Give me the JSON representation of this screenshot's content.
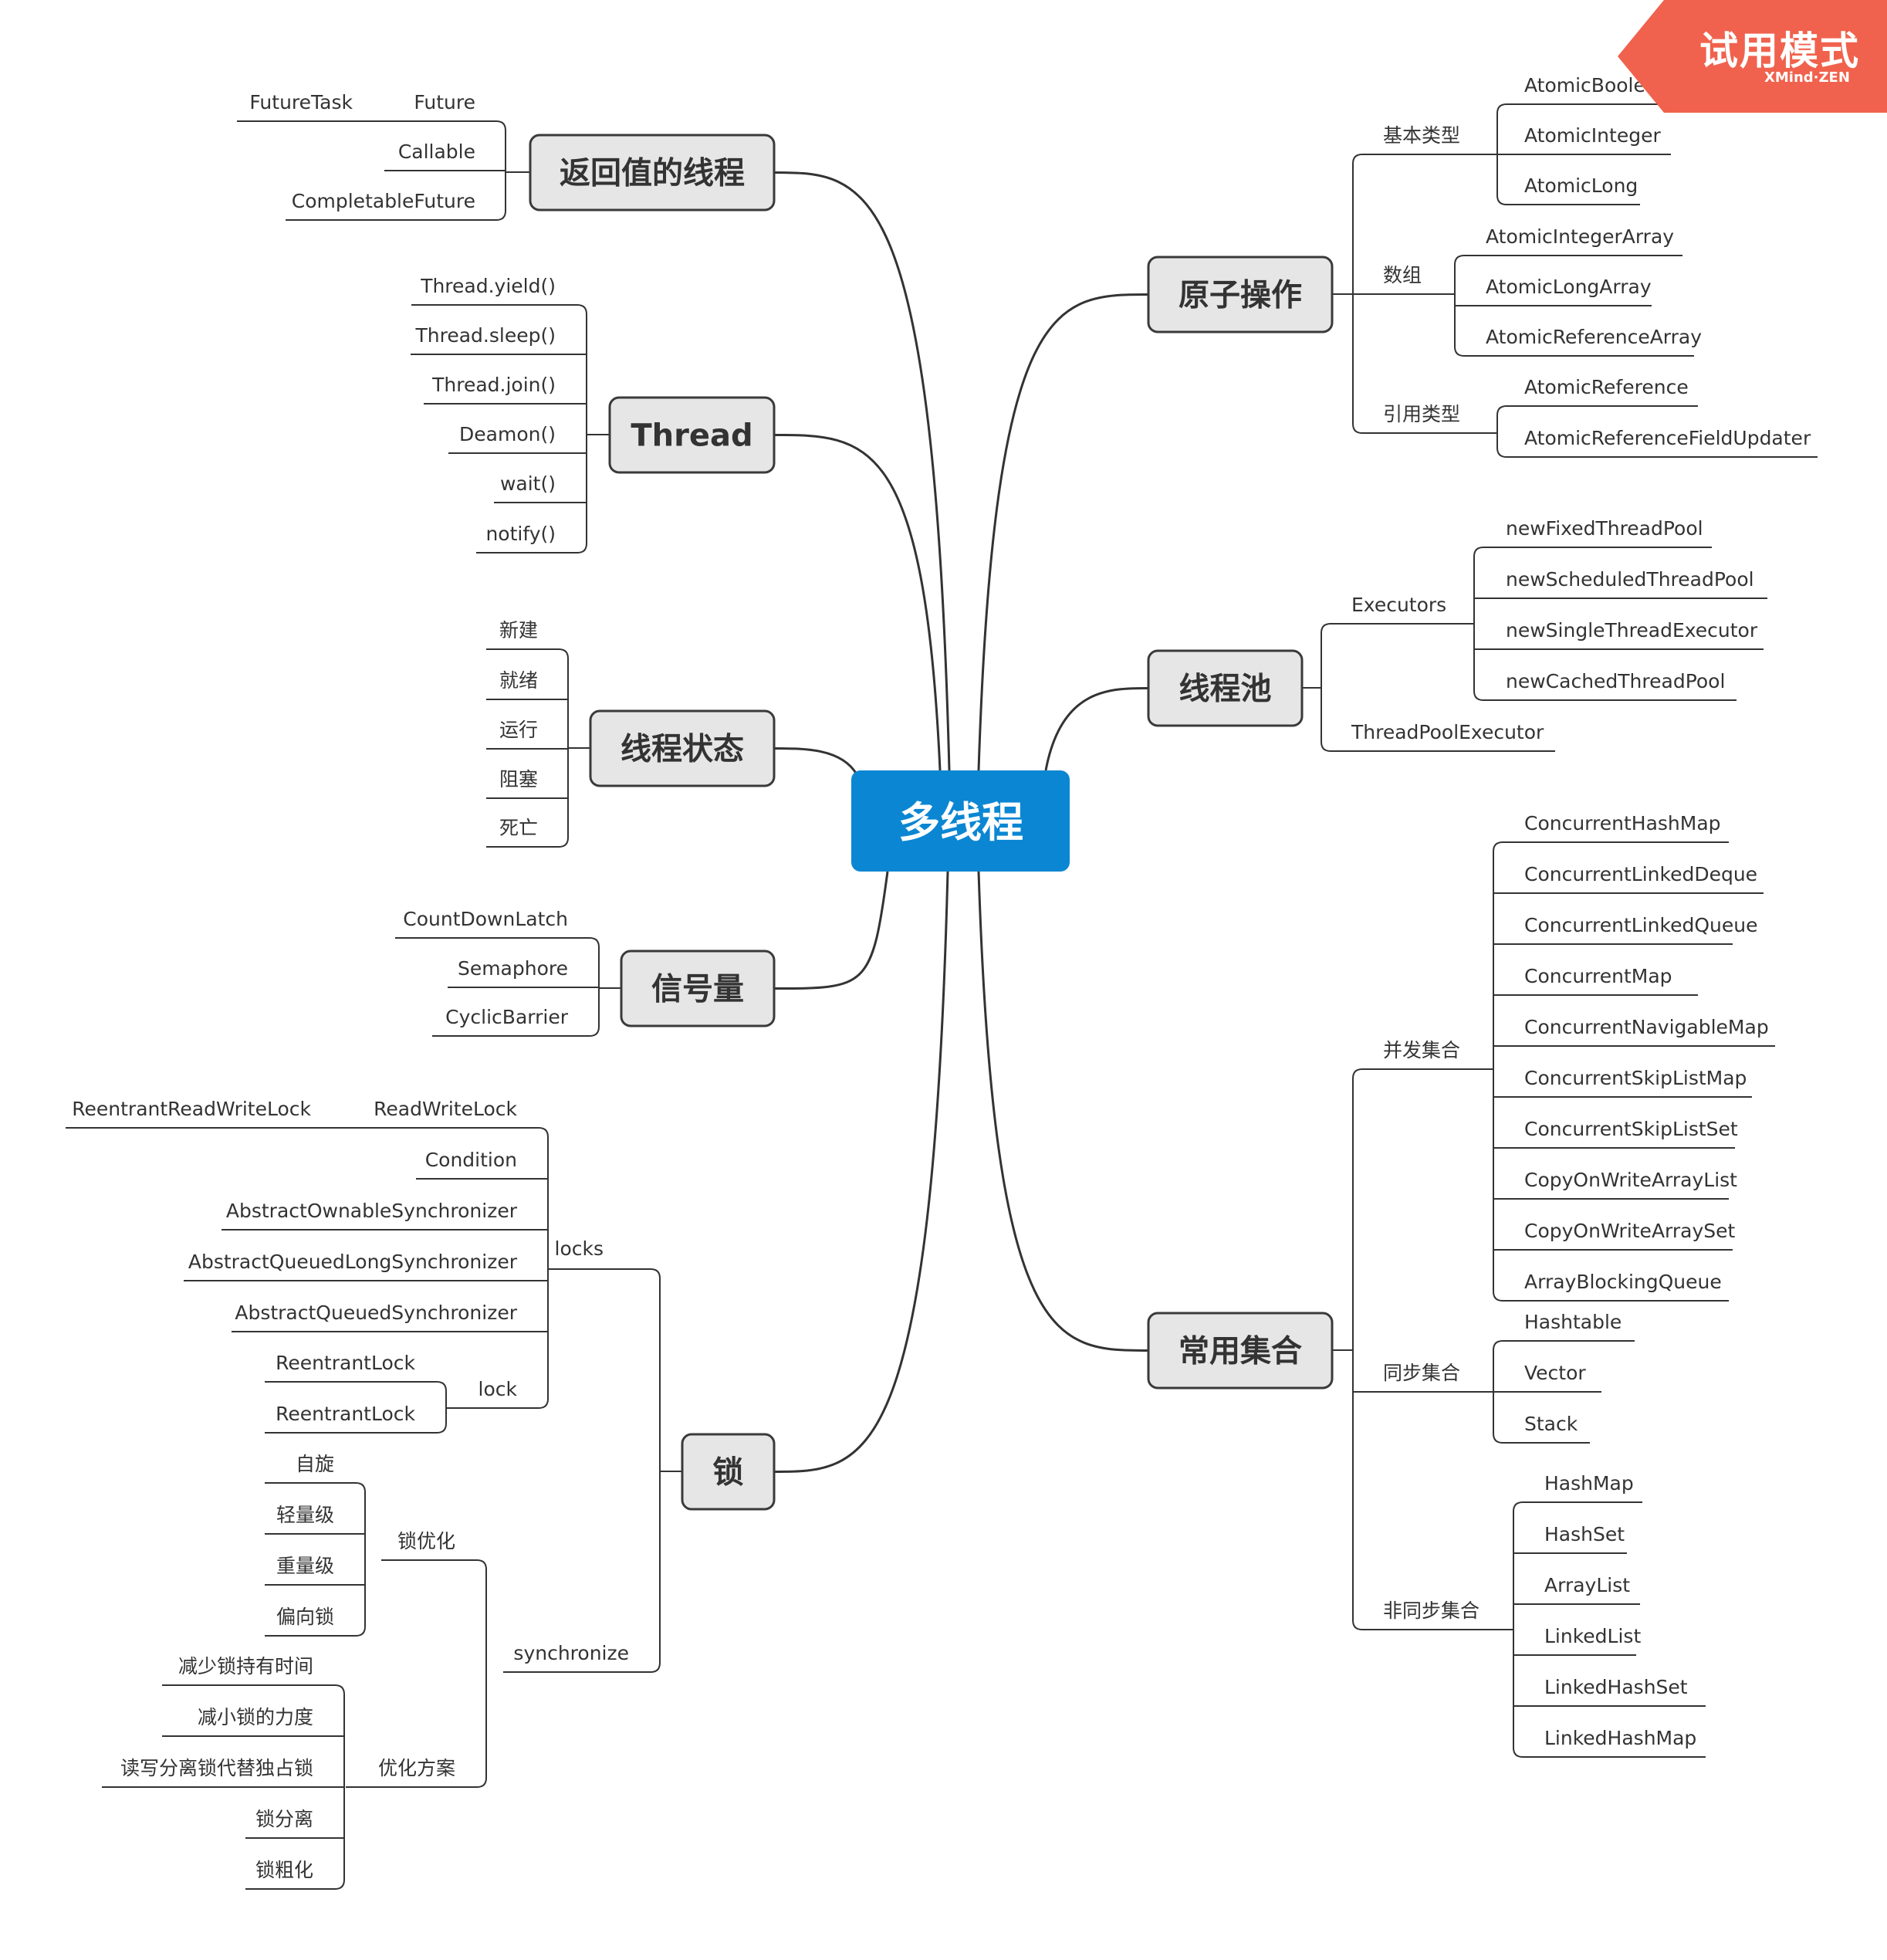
{
  "trial_badge": {
    "title": "试用模式",
    "brand": "XMind·ZEN",
    "color": "#f0624d"
  },
  "colors": {
    "central": "#0b86d3",
    "branch_fill": "#e6e6e6",
    "line": "#333333"
  },
  "central": "多线程",
  "branches": [
    {
      "id": "future",
      "label": "返回值的线程",
      "side": "left",
      "children": [
        {
          "label": "Future",
          "children": [
            {
              "label": "FutureTask"
            }
          ]
        },
        {
          "label": "Callable"
        },
        {
          "label": "CompletableFuture"
        }
      ]
    },
    {
      "id": "thread",
      "label": "Thread",
      "side": "left",
      "children": [
        {
          "label": "Thread.yield()"
        },
        {
          "label": "Thread.sleep()"
        },
        {
          "label": "Thread.join()"
        },
        {
          "label": "Deamon()"
        },
        {
          "label": "wait()"
        },
        {
          "label": "notify()"
        }
      ]
    },
    {
      "id": "state",
      "label": "线程状态",
      "side": "left",
      "children": [
        {
          "label": "新建"
        },
        {
          "label": "就绪"
        },
        {
          "label": "运行"
        },
        {
          "label": "阻塞"
        },
        {
          "label": "死亡"
        }
      ]
    },
    {
      "id": "semaphore",
      "label": "信号量",
      "side": "left",
      "children": [
        {
          "label": "CountDownLatch"
        },
        {
          "label": "Semaphore"
        },
        {
          "label": "CyclicBarrier"
        }
      ]
    },
    {
      "id": "lock",
      "label": "锁",
      "side": "left",
      "children": [
        {
          "label": "locks",
          "children": [
            {
              "label": "ReadWriteLock",
              "children": [
                {
                  "label": "ReentrantReadWriteLock"
                }
              ]
            },
            {
              "label": "Condition"
            },
            {
              "label": "AbstractOwnableSynchronizer"
            },
            {
              "label": "AbstractQueuedLongSynchronizer"
            },
            {
              "label": "AbstractQueuedSynchronizer"
            },
            {
              "label": "lock",
              "children": [
                {
                  "label": "ReentrantLock"
                },
                {
                  "label": "ReentrantLock"
                }
              ]
            }
          ]
        },
        {
          "label": "synchronize",
          "children": [
            {
              "label": "锁优化",
              "children": [
                {
                  "label": "自旋"
                },
                {
                  "label": "轻量级"
                },
                {
                  "label": "重量级"
                },
                {
                  "label": "偏向锁"
                }
              ]
            },
            {
              "label": "优化方案",
              "children": [
                {
                  "label": "减少锁持有时间"
                },
                {
                  "label": "减小锁的力度"
                },
                {
                  "label": "读写分离锁代替独占锁"
                },
                {
                  "label": "锁分离"
                },
                {
                  "label": "锁粗化"
                }
              ]
            }
          ]
        }
      ]
    },
    {
      "id": "atomic",
      "label": "原子操作",
      "side": "right",
      "children": [
        {
          "label": "基本类型",
          "children": [
            {
              "label": "AtomicBoolean"
            },
            {
              "label": "AtomicInteger"
            },
            {
              "label": "AtomicLong"
            }
          ]
        },
        {
          "label": "数组",
          "children": [
            {
              "label": "AtomicIntegerArray"
            },
            {
              "label": "AtomicLongArray"
            },
            {
              "label": "AtomicReferenceArray"
            }
          ]
        },
        {
          "label": "引用类型",
          "children": [
            {
              "label": "AtomicReference"
            },
            {
              "label": "AtomicReferenceFieldUpdater"
            }
          ]
        }
      ]
    },
    {
      "id": "pool",
      "label": "线程池",
      "side": "right",
      "children": [
        {
          "label": "Executors",
          "children": [
            {
              "label": "newFixedThreadPool"
            },
            {
              "label": "newScheduledThreadPool"
            },
            {
              "label": "newSingleThreadExecutor"
            },
            {
              "label": "newCachedThreadPool"
            }
          ]
        },
        {
          "label": "ThreadPoolExecutor"
        }
      ]
    },
    {
      "id": "collections",
      "label": "常用集合",
      "side": "right",
      "children": [
        {
          "label": "并发集合",
          "children": [
            {
              "label": "ConcurrentHashMap"
            },
            {
              "label": "ConcurrentLinkedDeque"
            },
            {
              "label": "ConcurrentLinkedQueue"
            },
            {
              "label": "ConcurrentMap"
            },
            {
              "label": "ConcurrentNavigableMap"
            },
            {
              "label": "ConcurrentSkipListMap"
            },
            {
              "label": "ConcurrentSkipListSet"
            },
            {
              "label": "CopyOnWriteArrayList"
            },
            {
              "label": "CopyOnWriteArraySet"
            },
            {
              "label": "ArrayBlockingQueue"
            }
          ]
        },
        {
          "label": "同步集合",
          "children": [
            {
              "label": "Hashtable"
            },
            {
              "label": "Vector"
            },
            {
              "label": "Stack"
            }
          ]
        },
        {
          "label": "非同步集合",
          "children": [
            {
              "label": "HashMap"
            },
            {
              "label": "HashSet"
            },
            {
              "label": "ArrayList"
            },
            {
              "label": "LinkedList"
            },
            {
              "label": "LinkedHashSet"
            },
            {
              "label": "LinkedHashMap"
            }
          ]
        }
      ]
    }
  ]
}
